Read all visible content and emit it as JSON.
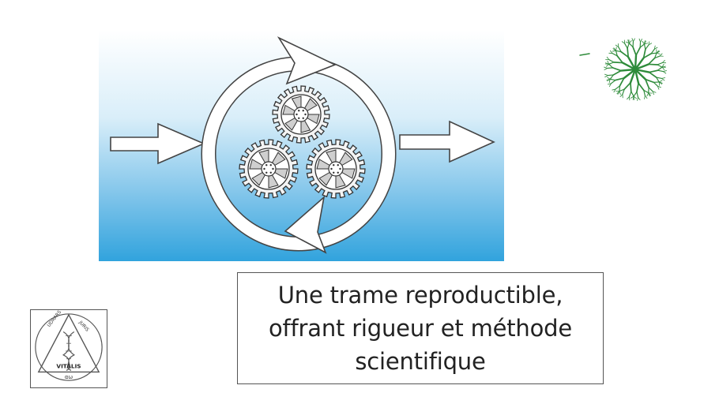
{
  "caption": {
    "text": "Une trame reproductible,\noffrant rigueur et méthode\nscientifique"
  },
  "seal": {
    "label": "VITALIS",
    "arc_left": "UDRARS",
    "arc_right": "JURIS",
    "bottom_mark": "αω"
  },
  "colors": {
    "panel_top": "#ffffff",
    "panel_bottom": "#31a3dd",
    "tree_green": "#2e8b3a",
    "outline": "#444444"
  },
  "icons": [
    "input-arrow-icon",
    "cycle-arrow-icon",
    "gear-icon",
    "output-arrow-icon",
    "tree-logo-icon",
    "seal-logo-icon"
  ]
}
